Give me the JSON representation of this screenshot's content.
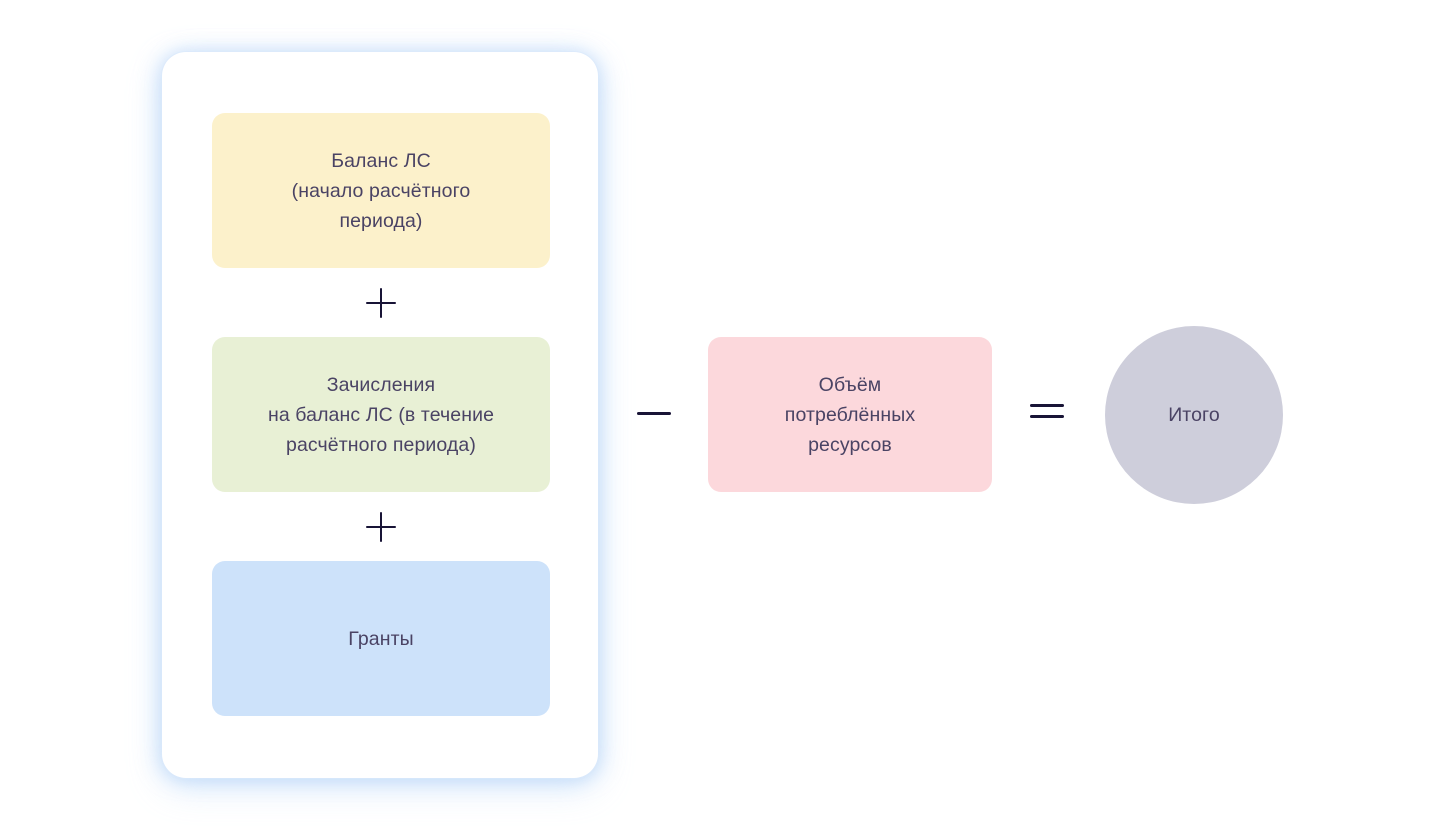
{
  "diagram": {
    "type": "formula-flow",
    "background_color": "#ffffff",
    "text_color": "#4a4364",
    "operator_color": "#181436",
    "card": {
      "name": "addends-group-card",
      "background_color": "#ffffff",
      "shadow_color": "#c4ddfa"
    },
    "addends": [
      {
        "id": "balance",
        "label": "Баланс ЛС\n(начало расчётного\nпериода)",
        "color": "#FCF1CB",
        "shape": "rounded-rect"
      },
      {
        "id": "credits",
        "label": "Зачисления\nна баланс ЛС (в течение\nрасчётного периода)",
        "color": "#E8F0D5",
        "shape": "rounded-rect"
      },
      {
        "id": "grants",
        "label": "Гранты",
        "color": "#CDE2FA",
        "shape": "rounded-rect"
      }
    ],
    "operators": {
      "plus_1": "+",
      "plus_2": "+",
      "minus": "−",
      "equals": "="
    },
    "subtrahend": {
      "id": "consumed",
      "label": "Объём\nпотреблённых\nресурсов",
      "color": "#FCD8DC",
      "shape": "rounded-rect"
    },
    "result": {
      "id": "total",
      "label": "Итого",
      "color": "#CECEDB",
      "shape": "circle"
    }
  }
}
